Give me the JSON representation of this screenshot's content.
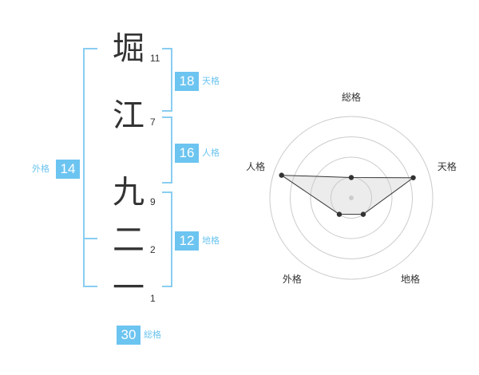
{
  "name_characters": [
    {
      "char": "堀",
      "strokes": "11"
    },
    {
      "char": "江",
      "strokes": "7"
    },
    {
      "char": "九",
      "strokes": "9"
    },
    {
      "char": "二",
      "strokes": "2"
    },
    {
      "char": "一",
      "strokes": "1"
    }
  ],
  "fortunes": {
    "tenkaku": {
      "value": "18",
      "label": "天格"
    },
    "jinkaku": {
      "value": "16",
      "label": "人格"
    },
    "chikaku": {
      "value": "12",
      "label": "地格"
    },
    "gaikaku": {
      "value": "14",
      "label": "外格"
    },
    "soukaku": {
      "value": "30",
      "label": "総格"
    }
  },
  "colors": {
    "accent": "#6cc4f0",
    "bracket": "#89cdf1",
    "text": "#333333",
    "grid": "#cccccc"
  },
  "chart_data": {
    "type": "radar",
    "axes": [
      "総格",
      "天格",
      "地格",
      "外格",
      "人格"
    ],
    "values": [
      0.25,
      0.8,
      0.25,
      0.25,
      0.9
    ],
    "rings": 4,
    "max": 1
  }
}
